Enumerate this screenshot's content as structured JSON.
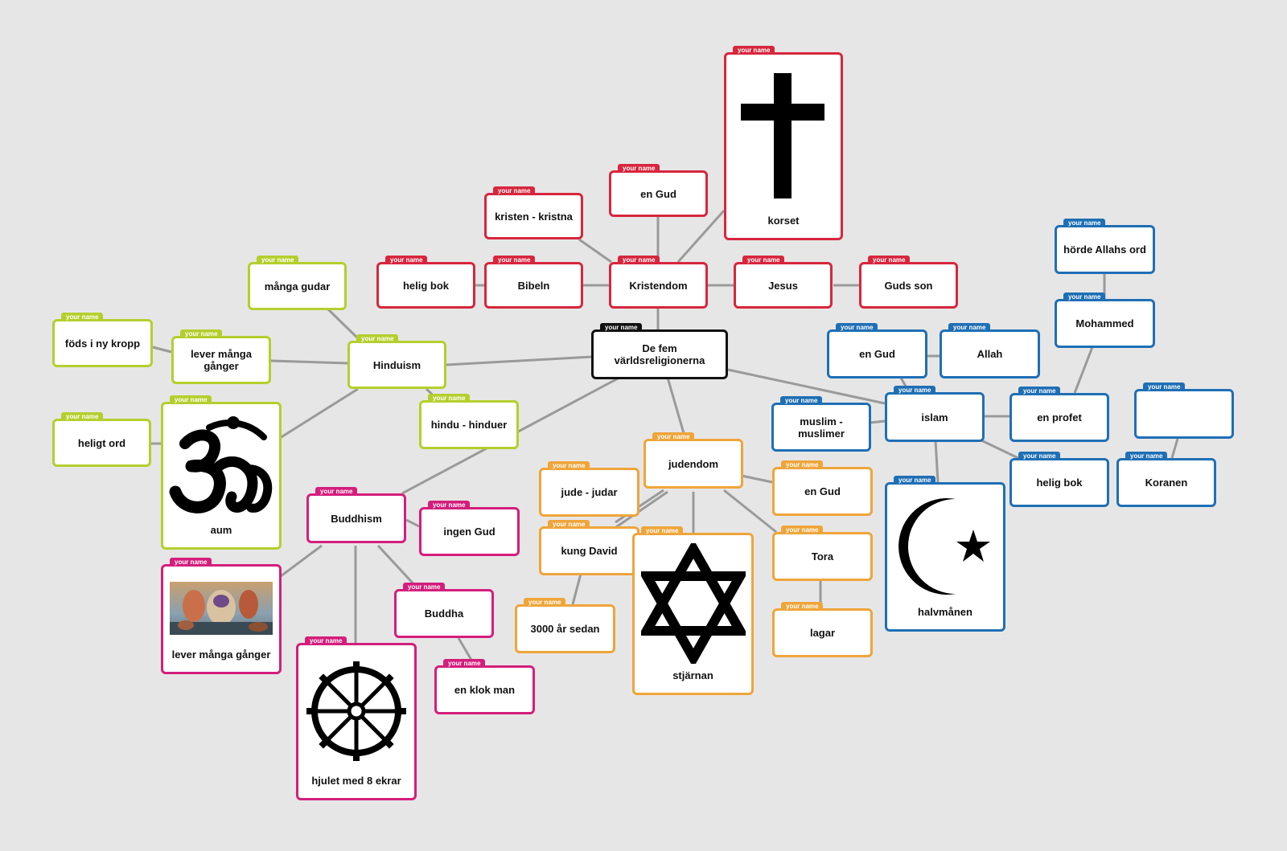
{
  "tag_text": "your name",
  "colors": {
    "christianity": "#d7263d",
    "hinduism": "#b4cf2d",
    "buddhism": "#d41e7c",
    "judaism": "#efa53a",
    "islam": "#1f6fb5",
    "center": "#111111",
    "connector": "#9a9a9a",
    "background": "#e6e6e6"
  },
  "nodes": {
    "center": "De fem världsreligionerna",
    "christianity": {
      "kristendom": "Kristendom",
      "en_gud": "en Gud",
      "kristen": "kristen - kristna",
      "korset": "korset",
      "bibeln": "Bibeln",
      "helig_bok": "helig bok",
      "jesus": "Jesus",
      "guds_son": "Guds son"
    },
    "hinduism": {
      "hinduism": "Hinduism",
      "manga_gudar": "många gudar",
      "fods": "föds i ny kropp",
      "lever": "lever många gånger",
      "heligt_ord": "heligt ord",
      "aum": "aum",
      "hindu": "hindu - hinduer"
    },
    "buddhism": {
      "buddhism": "Buddhism",
      "ingen_gud": "ingen Gud",
      "lever": "lever många gånger",
      "buddha": "Buddha",
      "klok_man": "en klok man",
      "hjulet": "hjulet med 8 ekrar"
    },
    "judaism": {
      "judendom": "judendom",
      "jude": "jude - judar",
      "kung_david": "kung David",
      "sedan": "3000 år sedan",
      "stjarnan": "stjärnan",
      "en_gud": "en Gud",
      "tora": "Tora",
      "lagar": "lagar"
    },
    "islam": {
      "islam": "islam",
      "muslim": "muslim - muslimer",
      "en_gud": "en Gud",
      "allah": "Allah",
      "mohammed": "Mohammed",
      "horde": "hörde Allahs ord",
      "profet": "en profet",
      "helig_bok": "helig bok",
      "koranen": "Koranen",
      "empty": "",
      "halvmanen": "halvmånen"
    }
  },
  "icons": {
    "cross": "cross-icon",
    "om": "om-icon",
    "dharma_wheel": "dharma-wheel-icon",
    "star_of_david": "star-of-david-icon",
    "crescent": "crescent-star-icon",
    "painting": "painting-image"
  }
}
